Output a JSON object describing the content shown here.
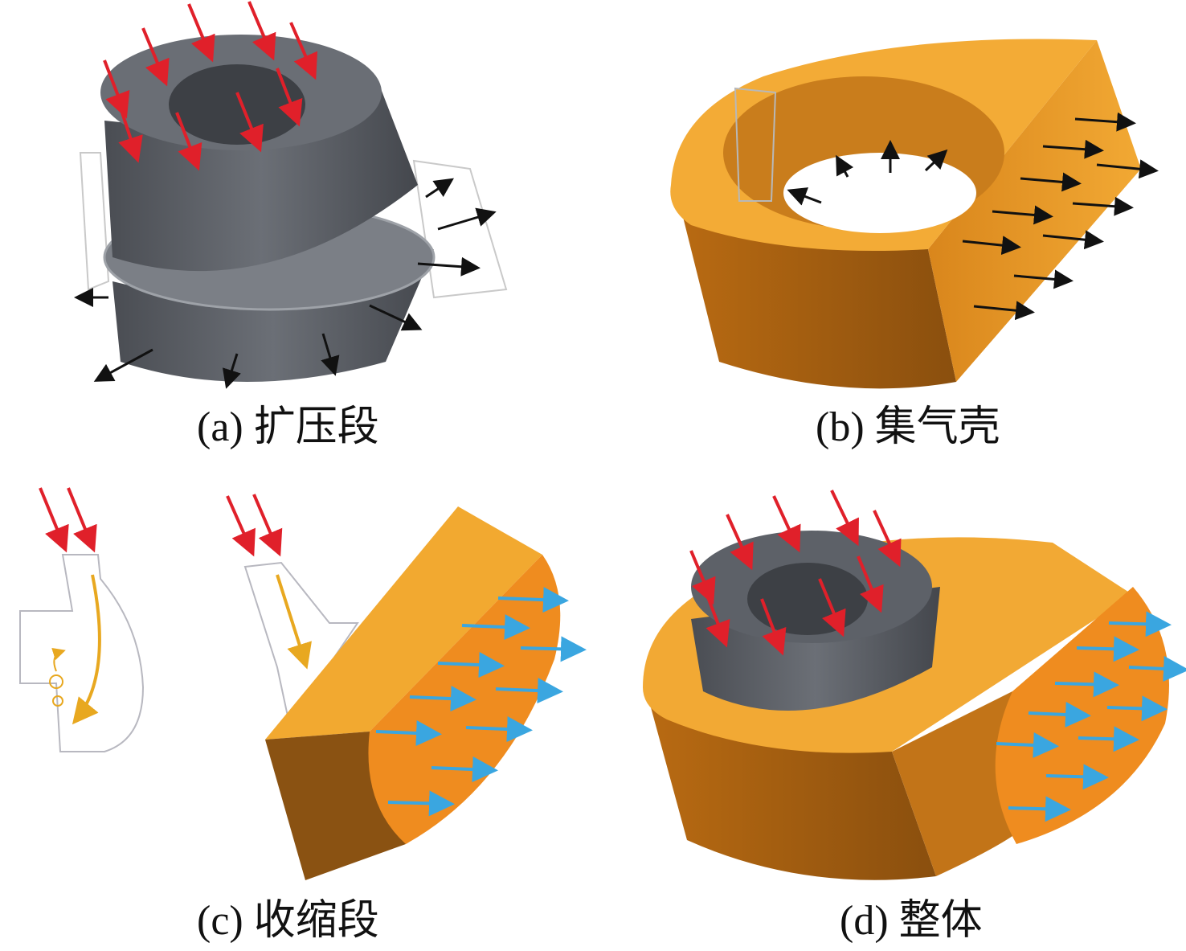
{
  "figure": {
    "panels": [
      {
        "id": "a",
        "caption": "(a) 扩压段"
      },
      {
        "id": "b",
        "caption": "(b) 集气壳"
      },
      {
        "id": "c",
        "caption": "(c) 收缩段"
      },
      {
        "id": "d",
        "caption": "(d) 整体"
      }
    ]
  },
  "colors": {
    "inlet_arrow": "#e0202a",
    "pressure_arrow": "#111111",
    "outlet_arrow": "#3aa6e0",
    "diffuser_body": "#5b5f66",
    "casing_body": "#f0a02a",
    "casing_dark": "#c8781a",
    "streamline": "#e8a820"
  }
}
